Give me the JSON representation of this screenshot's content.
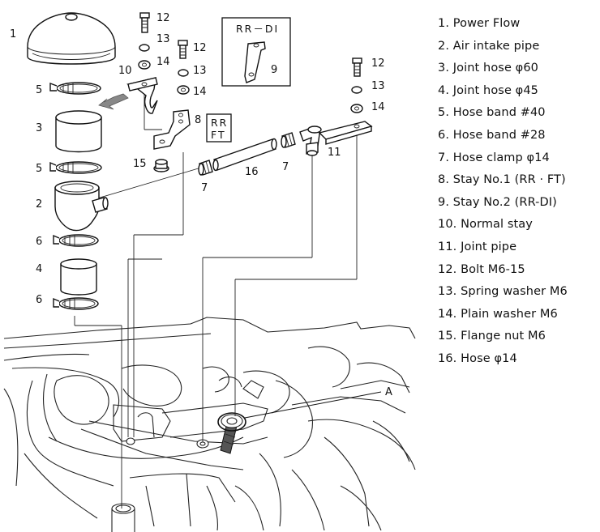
{
  "legend": [
    {
      "num": "1.",
      "text": "Power Flow"
    },
    {
      "num": "2.",
      "text": "Air intake pipe"
    },
    {
      "num": "3.",
      "text": "Joint hose φ60"
    },
    {
      "num": "4.",
      "text": "Joint hose φ45"
    },
    {
      "num": "5.",
      "text": "Hose band #40"
    },
    {
      "num": "6.",
      "text": "Hose band #28"
    },
    {
      "num": "7.",
      "text": "Hose clamp φ14"
    },
    {
      "num": "8.",
      "text": "Stay No.1 (RR · FT)"
    },
    {
      "num": "9.",
      "text": "Stay No.2 (RR-DI)"
    },
    {
      "num": "10.",
      "text": "Normal stay"
    },
    {
      "num": "11.",
      "text": "Joint pipe"
    },
    {
      "num": "12.",
      "text": "Bolt M6-15"
    },
    {
      "num": "13.",
      "text": "Spring washer M6"
    },
    {
      "num": "14.",
      "text": "Plain washer M6"
    },
    {
      "num": "15.",
      "text": "Flange nut M6"
    },
    {
      "num": "16.",
      "text": "Hose φ14"
    }
  ],
  "callouts": {
    "c1": "1",
    "c5a": "5",
    "c3": "3",
    "c5b": "5",
    "c2": "2",
    "c6a": "6",
    "c4": "4",
    "c6b": "6",
    "c10": "10",
    "c12a": "12",
    "c13a": "13",
    "c14a": "14",
    "c12b": "12",
    "c13b": "13",
    "c14b": "14",
    "c8": "8",
    "c15": "15",
    "c9": "9",
    "c16": "16",
    "c7a": "7",
    "c7b": "7",
    "c11": "11",
    "c12c": "12",
    "c13c": "13",
    "c14c": "14",
    "cA": "A"
  },
  "stay_boxes": {
    "rr_di": "RR－DI",
    "rr_ft_line1": "RR",
    "rr_ft_line2": "FT"
  }
}
